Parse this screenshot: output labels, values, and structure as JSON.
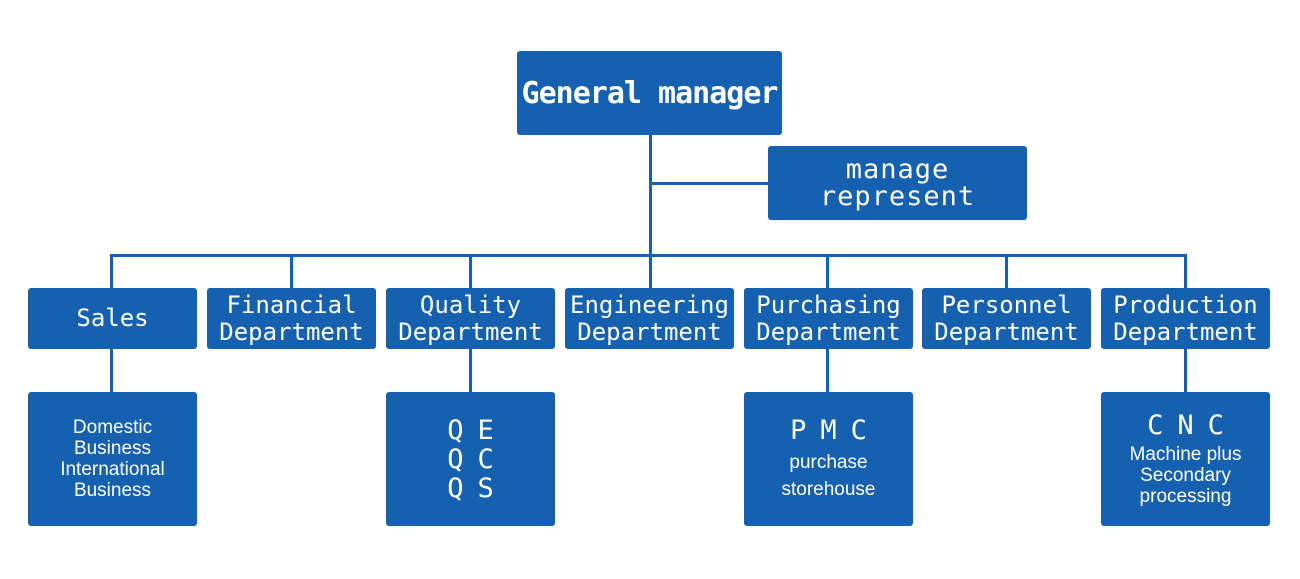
{
  "chart_data": {
    "type": "org-chart",
    "root": {
      "label": "General manager"
    },
    "assistant": {
      "lines": [
        "manage",
        "represent"
      ]
    },
    "departments": [
      {
        "id": "sales",
        "lines": [
          "Sales"
        ],
        "children": [
          "Domestic",
          "Business",
          "International",
          "Business"
        ]
      },
      {
        "id": "financial",
        "lines": [
          "Financial",
          "Department"
        ],
        "children": []
      },
      {
        "id": "quality",
        "lines": [
          "Quality",
          "Department"
        ],
        "children_grid": [
          [
            "Q",
            "E"
          ],
          [
            "Q",
            "C"
          ],
          [
            "Q",
            "S"
          ]
        ]
      },
      {
        "id": "engineering",
        "lines": [
          "Engineering",
          "Department"
        ],
        "children": []
      },
      {
        "id": "purchasing",
        "lines": [
          "Purchasing",
          "Department"
        ],
        "child_title": "PMC",
        "children": [
          "purchase",
          "storehouse"
        ]
      },
      {
        "id": "personnel",
        "lines": [
          "Personnel",
          "Department"
        ],
        "children": []
      },
      {
        "id": "production",
        "lines": [
          "Production",
          "Department"
        ],
        "child_title": "CNC",
        "children": [
          "Machine plus",
          "Secondary",
          "processing"
        ]
      }
    ],
    "colors": {
      "box": "#1660b0",
      "line": "#1660b0",
      "text": "#ffffff"
    }
  }
}
